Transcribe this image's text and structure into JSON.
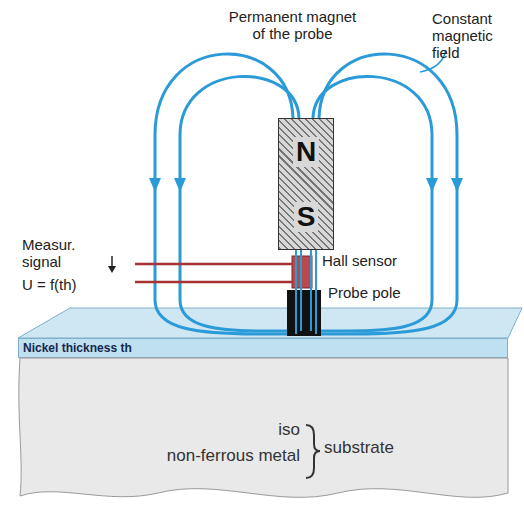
{
  "diagram": {
    "nodes": [
      {
        "text": [
          "N",
          "S"
        ]
      },
      {
        "text": [
          "Nickel thickness th"
        ]
      },
      {
        "text": [
          "iso",
          "non-ferrous metal",
          "substrate"
        ]
      }
    ],
    "labels": [
      "Permanent magnet of the probe",
      "Constant magnetic field",
      "Measur. signal",
      "U = f(th)",
      "Hall sensor",
      "Probe pole"
    ]
  }
}
